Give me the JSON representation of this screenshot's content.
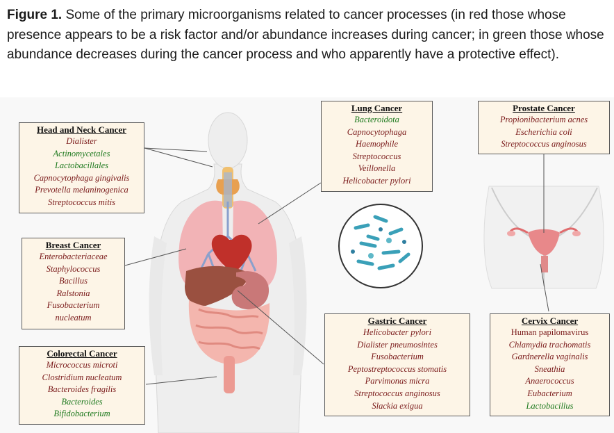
{
  "caption": {
    "label": "Figure 1.",
    "text": "Some of the primary microorganisms related to cancer processes (in red those whose presence appears to be a risk factor and/or abundance increases during cancer; in green those whose abundance decreases during the cancer process and who apparently have a protective effect)."
  },
  "colors": {
    "risk": "#7a1a1a",
    "protective": "#1f7a1f",
    "box_fill": "#fdf5e7",
    "panel": "#f8f8f8"
  },
  "boxes": {
    "head_neck": {
      "title": "Head and Neck Cancer",
      "items": [
        {
          "name": "Dialister",
          "type": "risk"
        },
        {
          "name": "Actinomycetales",
          "type": "protective"
        },
        {
          "name": "Lactobacillales",
          "type": "protective"
        },
        {
          "name": "Capnocytophaga gingivalis",
          "type": "risk"
        },
        {
          "name": "Prevotella melaninogenica",
          "type": "risk"
        },
        {
          "name": "Streptococcus mitis",
          "type": "risk"
        }
      ]
    },
    "breast": {
      "title": "Breast Cancer",
      "items": [
        {
          "name": "Enterobacteriaceae",
          "type": "risk"
        },
        {
          "name": "Staphylococcus",
          "type": "risk"
        },
        {
          "name": "Bacillus",
          "type": "risk"
        },
        {
          "name": "Ralstonia",
          "type": "risk"
        },
        {
          "name": "Fusobacterium",
          "type": "risk"
        },
        {
          "name": "nucleatum",
          "type": "risk"
        }
      ]
    },
    "colorectal": {
      "title": "Colorectal Cancer",
      "items": [
        {
          "name": "Micrococcus microti",
          "type": "risk"
        },
        {
          "name": "Clostridium nucleatum",
          "type": "risk"
        },
        {
          "name": "Bacteroides fragilis",
          "type": "risk"
        },
        {
          "name": "Bacteroides",
          "type": "protective"
        },
        {
          "name": "Bifidobacterium",
          "type": "protective"
        }
      ]
    },
    "lung": {
      "title": "Lung Cancer",
      "items": [
        {
          "name": "Bacteroidota",
          "type": "protective"
        },
        {
          "name": "Capnocytophaga",
          "type": "risk"
        },
        {
          "name": "Haemophile",
          "type": "risk"
        },
        {
          "name": "Streptococcus",
          "type": "risk"
        },
        {
          "name": "Veillonella",
          "type": "risk"
        },
        {
          "name": "Helicobacter pylori",
          "type": "risk"
        }
      ]
    },
    "gastric": {
      "title": "Gastric Cancer",
      "items": [
        {
          "name": "Helicobacter pylori",
          "type": "risk"
        },
        {
          "name": "Dialister pneumosintes",
          "type": "risk"
        },
        {
          "name": "Fusobacterium",
          "type": "risk"
        },
        {
          "name": "Peptostreptococcus stomatis",
          "type": "risk"
        },
        {
          "name": "Parvimonas micra",
          "type": "risk"
        },
        {
          "name": "Streptococcus anginosus",
          "type": "risk"
        },
        {
          "name": "Slackia exigua",
          "type": "risk"
        }
      ]
    },
    "prostate": {
      "title": "Prostate Cancer",
      "items": [
        {
          "name": "Propionibacterium acnes",
          "type": "risk"
        },
        {
          "name": "Escherichia coli",
          "type": "risk"
        },
        {
          "name": "Streptococcus anginosus",
          "type": "risk"
        }
      ]
    },
    "cervix": {
      "title": "Cervix Cancer",
      "items": [
        {
          "name": "Human papilomavirus",
          "type": "risk",
          "plain": true
        },
        {
          "name": "Chlamydia trachomatis",
          "type": "risk"
        },
        {
          "name": "Gardnerella vaginalis",
          "type": "risk"
        },
        {
          "name": "Sneathia",
          "type": "risk"
        },
        {
          "name": "Anaerococcus",
          "type": "risk"
        },
        {
          "name": "Eubacterium",
          "type": "risk"
        },
        {
          "name": "Lactobacillus",
          "type": "protective"
        }
      ]
    }
  }
}
